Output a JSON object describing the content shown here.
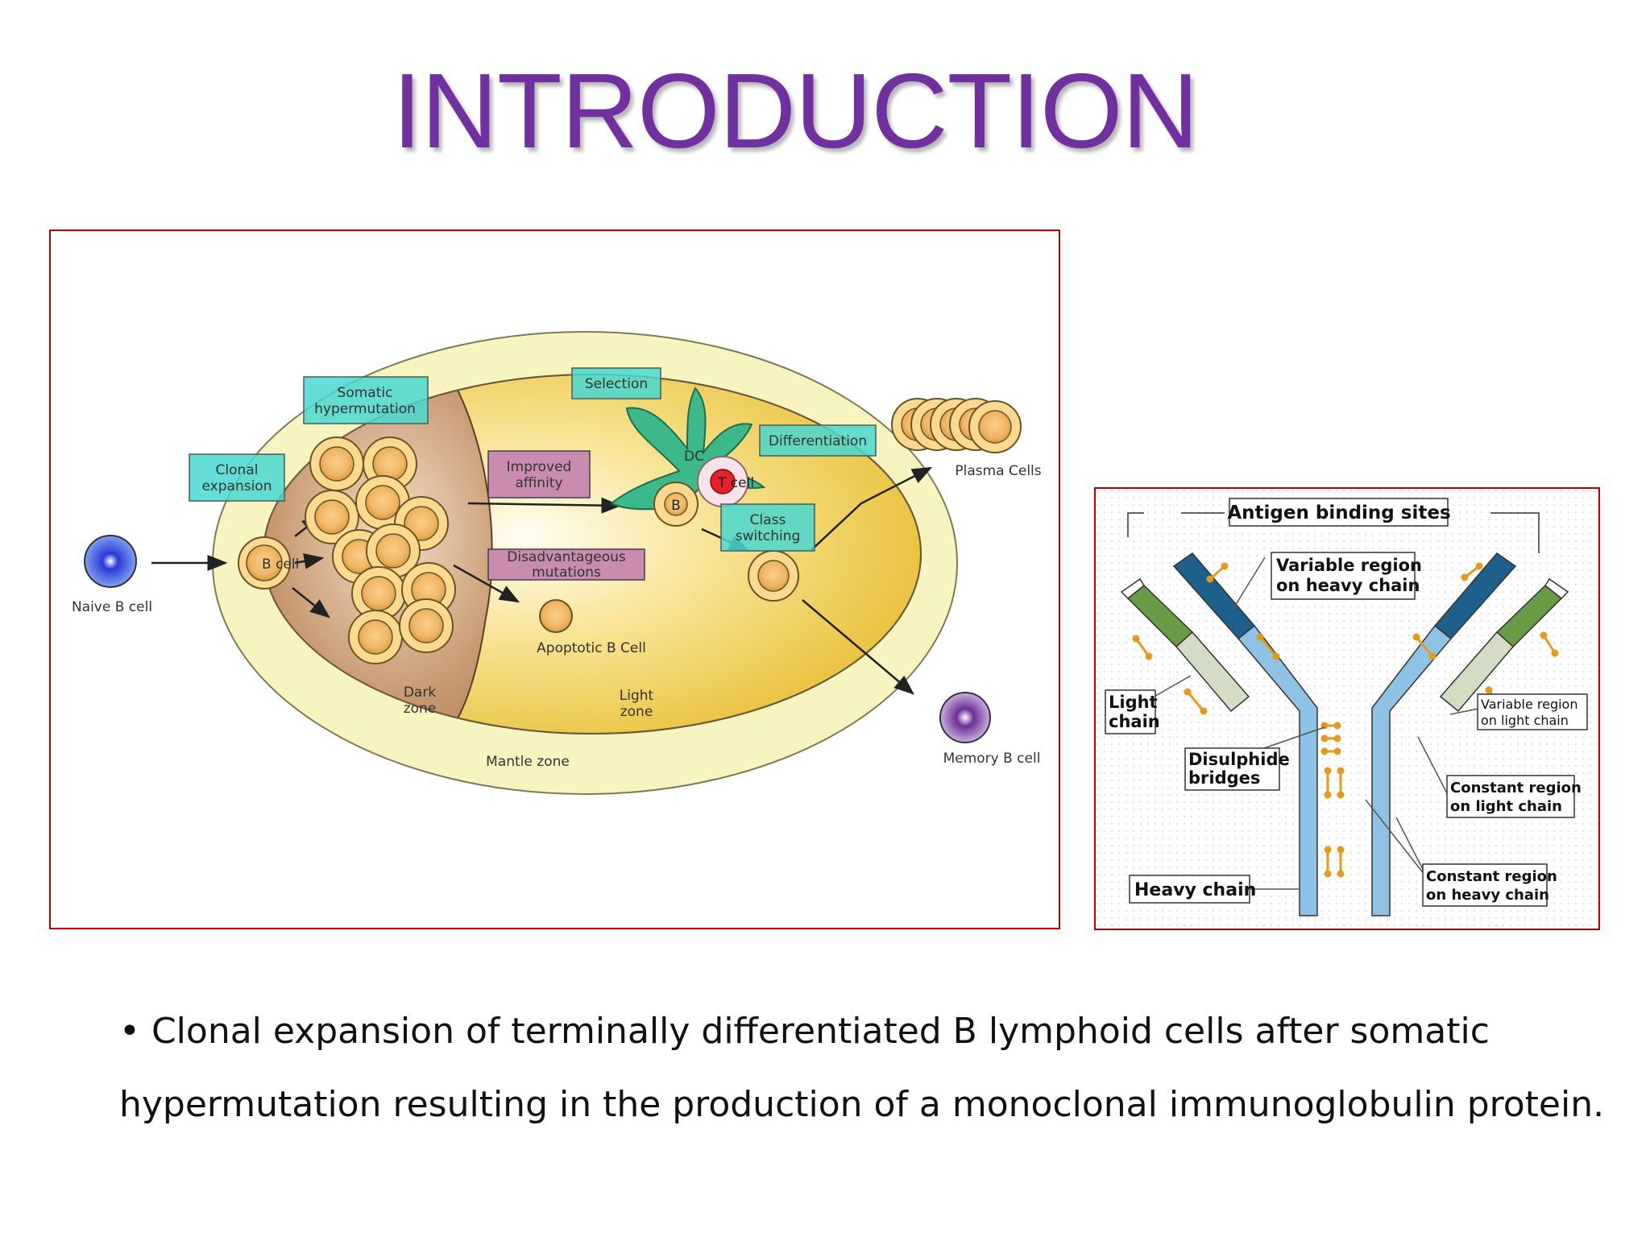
{
  "slide": {
    "title": "INTRODUCTION",
    "bullet": "•",
    "line1": "Clonal expansion of terminally differentiated B lymphoid cells after somatic",
    "line2": "hypermutation resulting in the production of a monoclonal immunoglobulin protein."
  },
  "germinal_center": {
    "naive_b_cell": "Naive B cell",
    "b_cell": "B cell",
    "clonal_expansion": [
      "Clonal",
      "expansion"
    ],
    "somatic_hypermutation": [
      "Somatic",
      "hypermutation"
    ],
    "improved_affinity": [
      "Improved",
      "affinity"
    ],
    "disadvantageous_mutations": [
      "Disadvantageous",
      "mutations"
    ],
    "selection": "Selection",
    "dc": "DC",
    "t_cell": "T cell",
    "b": "B",
    "differentiation": "Differentiation",
    "class_switching": [
      "Class",
      "switching"
    ],
    "plasma_cells": "Plasma Cells",
    "apoptotic_b_cell": "Apoptotic B Cell",
    "dark_zone": [
      "Dark",
      "zone"
    ],
    "light_zone": [
      "Light",
      "zone"
    ],
    "mantle_zone": "Mantle zone",
    "memory_b_cell": "Memory B cell"
  },
  "antibody": {
    "antigen_binding_sites": "Antigen binding sites",
    "variable_heavy": [
      "Variable region",
      "on heavy chain"
    ],
    "light_chain": [
      "Light",
      "chain"
    ],
    "variable_light": [
      "Variable region",
      "on light chain"
    ],
    "disulphide_bridges": [
      "Disulphide",
      "bridges"
    ],
    "constant_light": [
      "Constant region",
      "on light chain"
    ],
    "heavy_chain": "Heavy chain",
    "constant_heavy": [
      "Constant region",
      "on heavy chain"
    ]
  },
  "colors": {
    "title": "#7030a0",
    "frame_border": "#c00000",
    "label_box_cyan": "#49d8d0",
    "label_box_mauve": "#c98bb0",
    "mantle": "#f8f4c0",
    "dark_zone": "#b88a60",
    "light_zone": "#f2d050",
    "heavy_chain": "#8ec3e6",
    "variable_heavy": "#1f5f8b",
    "light_chain_constant": "#d4dcc4",
    "light_chain_variable": "#6b9a45"
  }
}
